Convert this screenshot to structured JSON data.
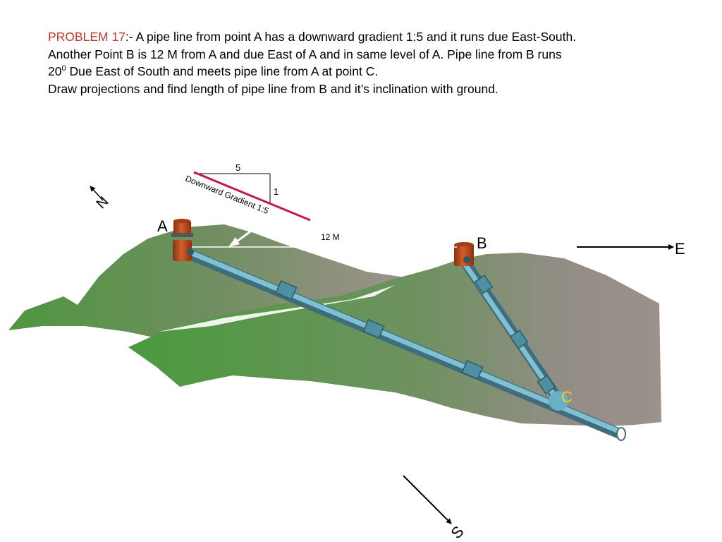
{
  "problem": {
    "label": "PROBLEM 17",
    "line1_rest": ":- A pipe line from point A has a downward gradient 1:5 and it runs due East-South.",
    "line2": "Another Point B is 12 M from A and due East of A and in same level of A. Pipe line from B runs",
    "line3_num": "20",
    "line3_sup": "0",
    "line3_rest": " Due East of South and meets pipe line from A at point C.",
    "line4": "Draw projections and find length of pipe line from B and it’s inclination with ground."
  },
  "diagram": {
    "gradient_run": "5",
    "gradient_rise": "1",
    "gradient_label": "Downward Gradient 1:5",
    "distance_label": "12 M",
    "point_a": "A",
    "point_b": "B",
    "point_c": "C",
    "north": "N",
    "east": "E",
    "south": "S"
  },
  "colors": {
    "problem_label": "#c0392b",
    "gradient_line": "#c2185b",
    "point_c": "#f5d300",
    "pipe": "#5f9fb3",
    "valve": "#b5451b"
  }
}
